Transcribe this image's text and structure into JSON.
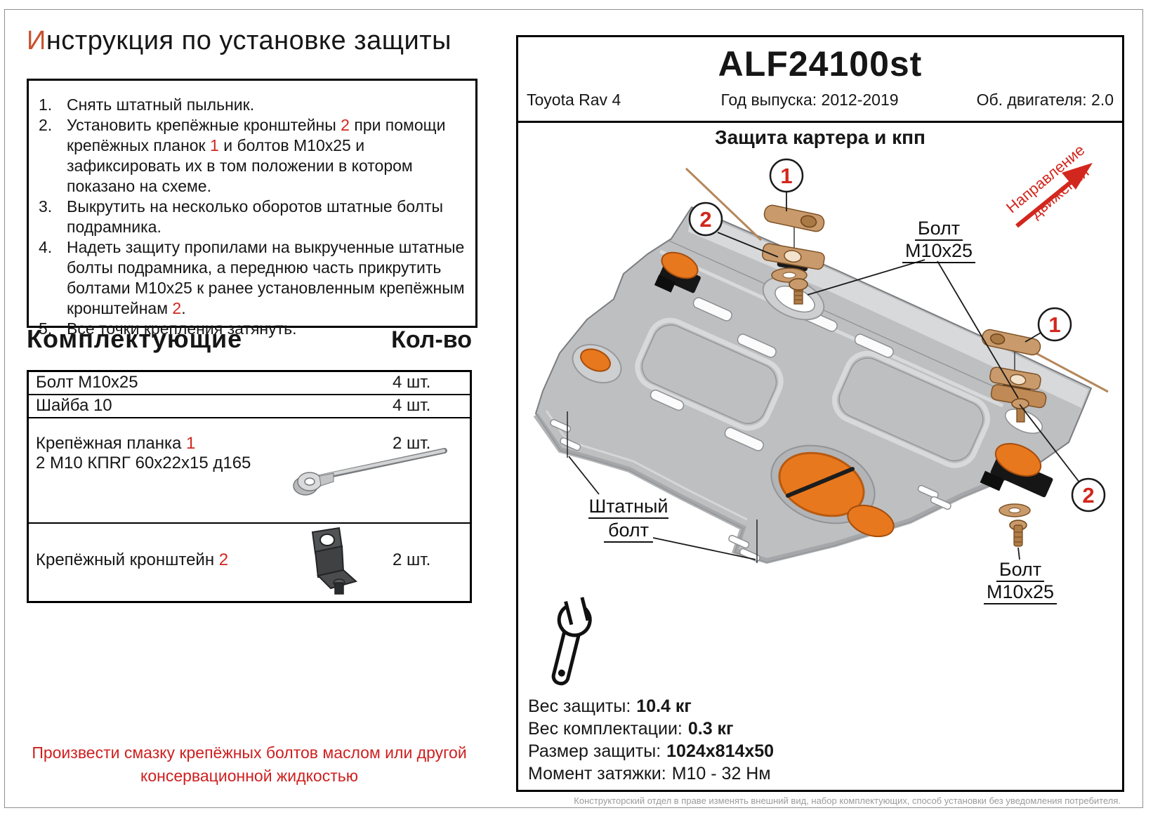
{
  "colors": {
    "title_accent": "#c8512e",
    "red": "#d2271e",
    "plug_orange": "#e8781e",
    "copper": "#c99a6b",
    "plate_gray": "#bdbfc1"
  },
  "title": {
    "accent": "И",
    "rest": "нструкция по установке защиты"
  },
  "instructions": [
    {
      "segments": [
        {
          "t": "Снять штатный пыльник."
        }
      ]
    },
    {
      "segments": [
        {
          "t": "Установить крепёжные кронштейны "
        },
        {
          "t": "2",
          "red": true
        },
        {
          "t": " при помощи крепёжных планок "
        },
        {
          "t": "1",
          "red": true
        },
        {
          "t": " и болтов М10х25 и зафиксировать их в том положении в котором показано на схеме."
        }
      ]
    },
    {
      "segments": [
        {
          "t": "Выкрутить на несколько оборотов штатные болты подрамника."
        }
      ]
    },
    {
      "segments": [
        {
          "t": "Надеть защиту пропилами на выкрученные штатные болты подрамника, а переднюю часть прикрутить болтами М10х25 к ранее установленным крепёжным кронштейнам "
        },
        {
          "t": "2",
          "red": true
        },
        {
          "t": "."
        }
      ]
    },
    {
      "segments": [
        {
          "t": "Все точки крепления затянуть."
        }
      ]
    }
  ],
  "components": {
    "heading": "Комплектующие",
    "qty_heading": "Кол-во",
    "rows": [
      {
        "name": [
          {
            "t": "Болт М10х25"
          }
        ],
        "qty": "4 шт.",
        "image": ""
      },
      {
        "name": [
          {
            "t": "Шайба 10"
          }
        ],
        "qty": "4 шт.",
        "image": ""
      },
      {
        "name": [
          {
            "t": "Крепёжная планка "
          },
          {
            "t": "1",
            "red": true
          }
        ],
        "name2": "2 М10 КПRГ 60х22х15 д165",
        "qty": "2 шт.",
        "image": "rod"
      },
      {
        "name": [
          {
            "t": "Крепёжный кронштейн "
          },
          {
            "t": "2",
            "red": true
          }
        ],
        "qty": "2 шт.",
        "image": "bracket"
      }
    ]
  },
  "note": "Произвести смазку крепёжных болтов маслом или другой консервационной жидкостью",
  "panel": {
    "code": "ALF24100st",
    "vehicle": "Toyota Rav 4",
    "year": "Год выпуска: 2012-2019",
    "engine": "Об. двигателя: 2.0",
    "drawing_title": "Защита картера и кпп",
    "specs": [
      {
        "label": "Вес защиты:",
        "value": "10.4 кг",
        "bold": true
      },
      {
        "label": "Вес комплектации:",
        "value": "0.3 кг",
        "bold": true
      },
      {
        "label": "Размер защиты:",
        "value": "1024x814x50",
        "bold": true
      },
      {
        "label": "Момент затяжки:",
        "value": "М10 - 32 Нм",
        "bold": false
      }
    ],
    "footer": "Конструкторский отдел в праве изменять внешний вид, набор комплектующих, способ установки без уведомления потребителя."
  },
  "diagram": {
    "direction_line1": "Направление",
    "direction_line2": "движения",
    "bolt_label_line1": "Болт",
    "bolt_label_line2": "М10х25",
    "stock_bolt_line1": "Штатный",
    "stock_bolt_line2": "болт",
    "callout_1": "1",
    "callout_2": "2"
  }
}
